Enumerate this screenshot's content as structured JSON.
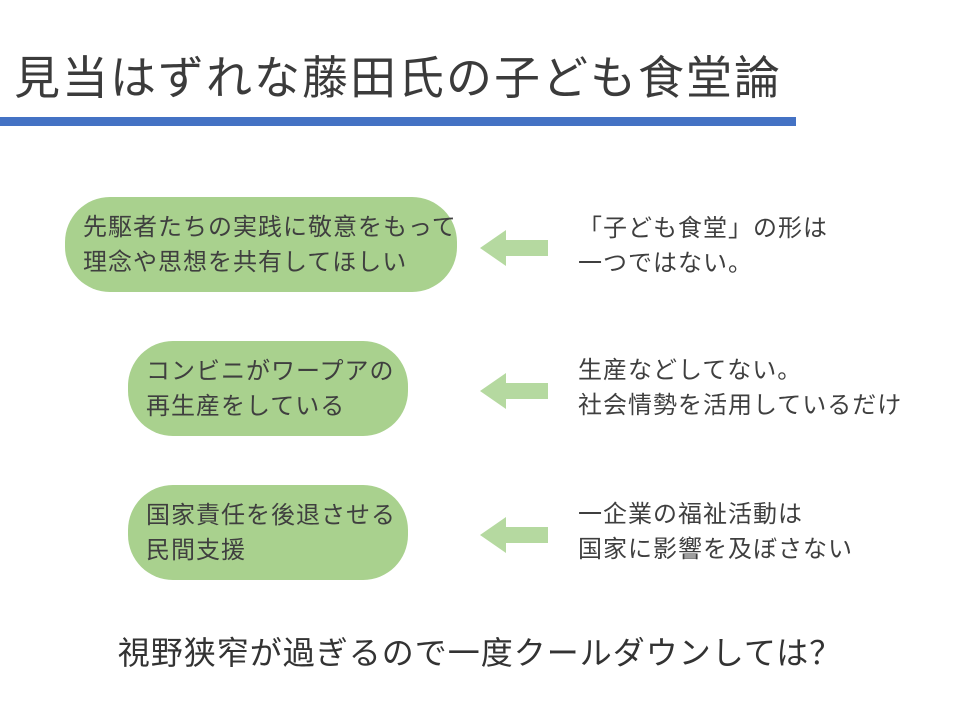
{
  "slide": {
    "title": "見当はずれな藤田氏の子ども食堂論",
    "conclusion": "視野狭窄が過ぎるので一度クールダウンしては？"
  },
  "rows": [
    {
      "box_line1": "先駆者たちの実践に敬意をもって",
      "box_line2": "理念や思想を共有してほしい",
      "arrow_icon": "left-arrow-icon",
      "note_line1": "「子ども食堂」の形は",
      "note_line2": "一つではない。"
    },
    {
      "box_line1": "コンビニがワープアの",
      "box_line2": "再生産をしている",
      "arrow_icon": "left-arrow-icon",
      "note_line1": "生産などしてない。",
      "note_line2": "社会情勢を活用しているだけ"
    },
    {
      "box_line1": "国家責任を後退させる",
      "box_line2": "民間支援",
      "arrow_icon": "left-arrow-icon",
      "note_line1": "一企業の福祉活動は",
      "note_line2": "国家に影響を及ぼさない"
    }
  ],
  "colors": {
    "box_green": "#a9d18e",
    "arrow_green": "#b5d9a0",
    "accent_blue": "#4472c4",
    "text_dark": "#3b3b3b"
  }
}
